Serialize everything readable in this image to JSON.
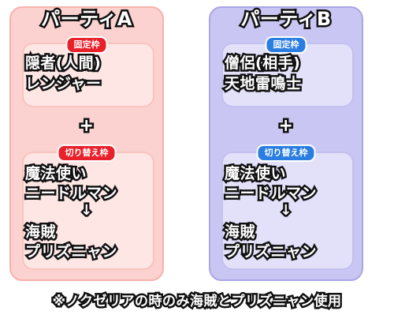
{
  "party_a": {
    "title": "パーティA",
    "fixed_badge": "固定枠",
    "fixed_members": [
      "隠者(人間)",
      "レンジャー"
    ],
    "plus": "+",
    "switch_badge": "切り替え枠",
    "switch_members_before": [
      "魔法使い",
      "ニードルマン"
    ],
    "arrow": "↓",
    "switch_members_after": [
      "海賊",
      "プリズニャン"
    ]
  },
  "party_b": {
    "title": "パーティB",
    "fixed_badge": "固定枠",
    "fixed_members": [
      "僧侶(相手)",
      "天地雷鳴士"
    ],
    "plus": "+",
    "switch_badge": "切り替え枠",
    "switch_members_before": [
      "魔法使い",
      "ニードルマン"
    ],
    "arrow": "↓",
    "switch_members_after": [
      "海賊",
      "プリズニャン"
    ]
  },
  "footnote": "※ノクゼリアの時のみ海賊とプリズニャン使用",
  "colors": {
    "party_a_bg": "#fbd2cf",
    "party_b_bg": "#c9c6f3",
    "badge_red": "#e8202a",
    "badge_blue": "#2a7de1"
  }
}
